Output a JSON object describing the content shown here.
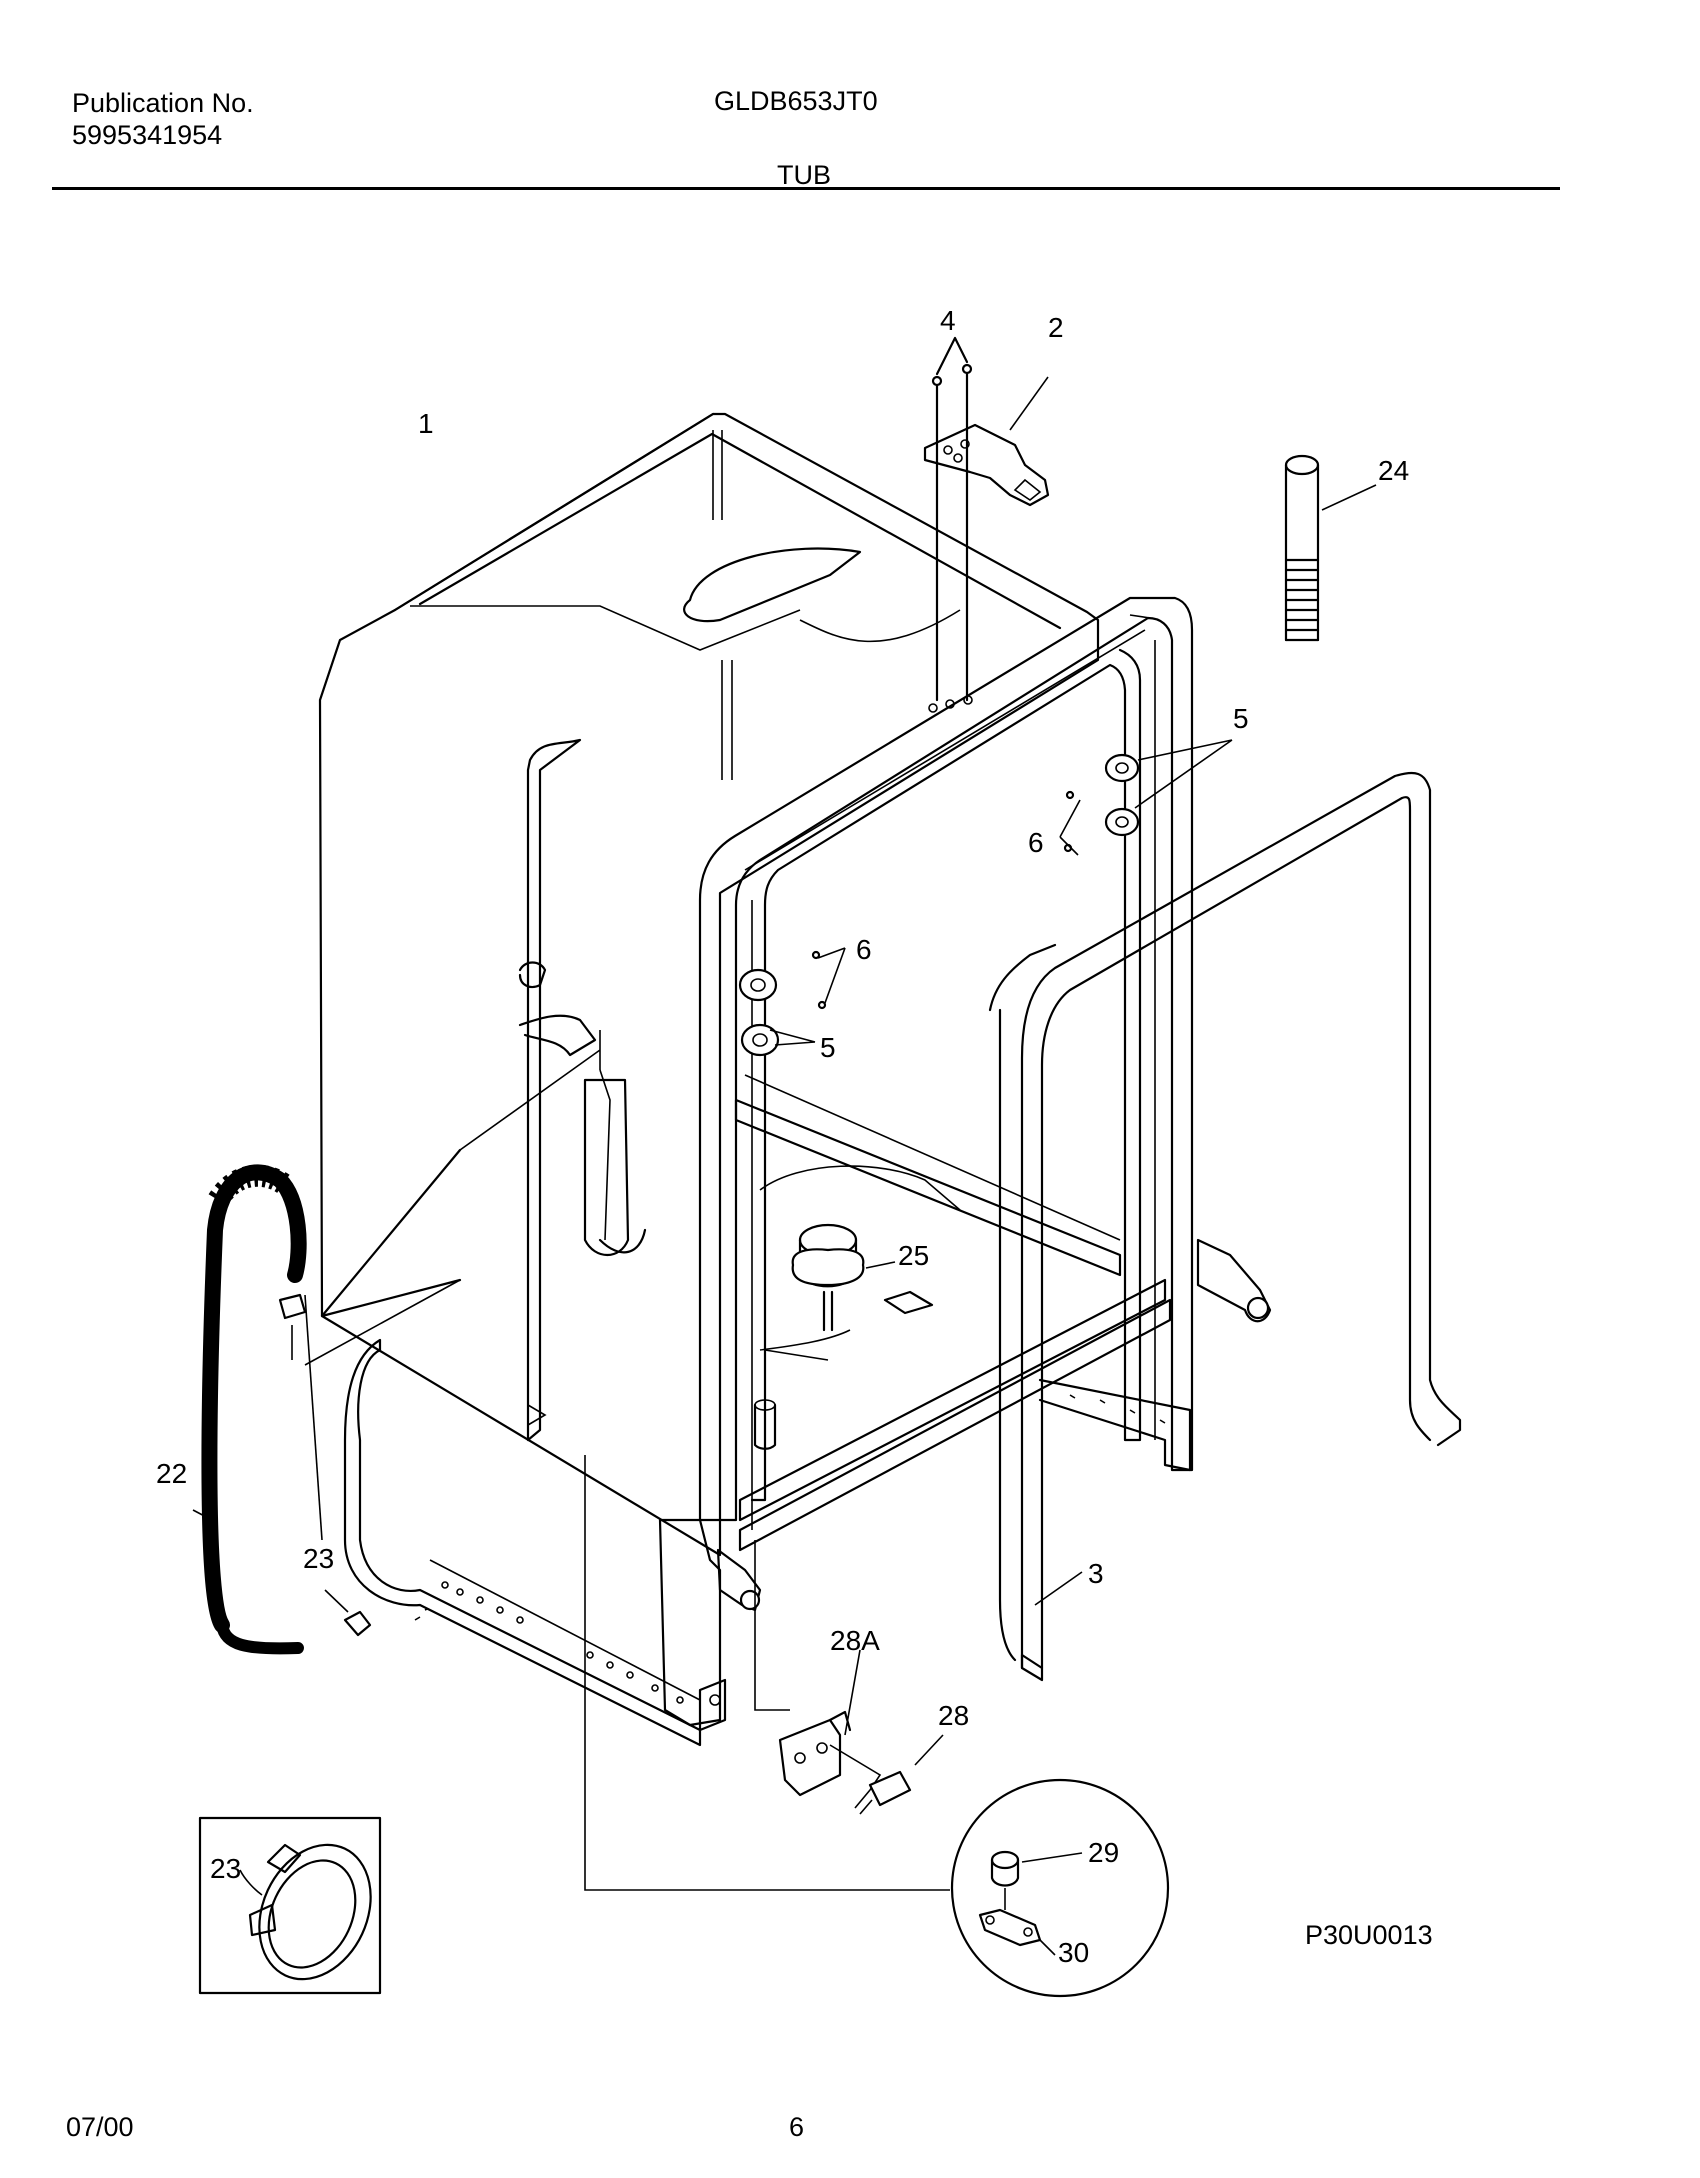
{
  "header": {
    "publication_label": "Publication No.",
    "publication_number": "5995341954",
    "model": "GLDB653JT0",
    "section_title": "TUB"
  },
  "footer": {
    "date": "07/00",
    "page_number": "6"
  },
  "diagram": {
    "drawing_code": "P30U0013",
    "callouts": {
      "c1": "1",
      "c2": "2",
      "c3": "3",
      "c4": "4",
      "c5a": "5",
      "c5b": "5",
      "c6a": "6",
      "c6b": "6",
      "c22": "22",
      "c23a": "23",
      "c23b": "23",
      "c24": "24",
      "c25": "25",
      "c28": "28",
      "c28a": "28A",
      "c29": "29",
      "c30": "30"
    }
  }
}
